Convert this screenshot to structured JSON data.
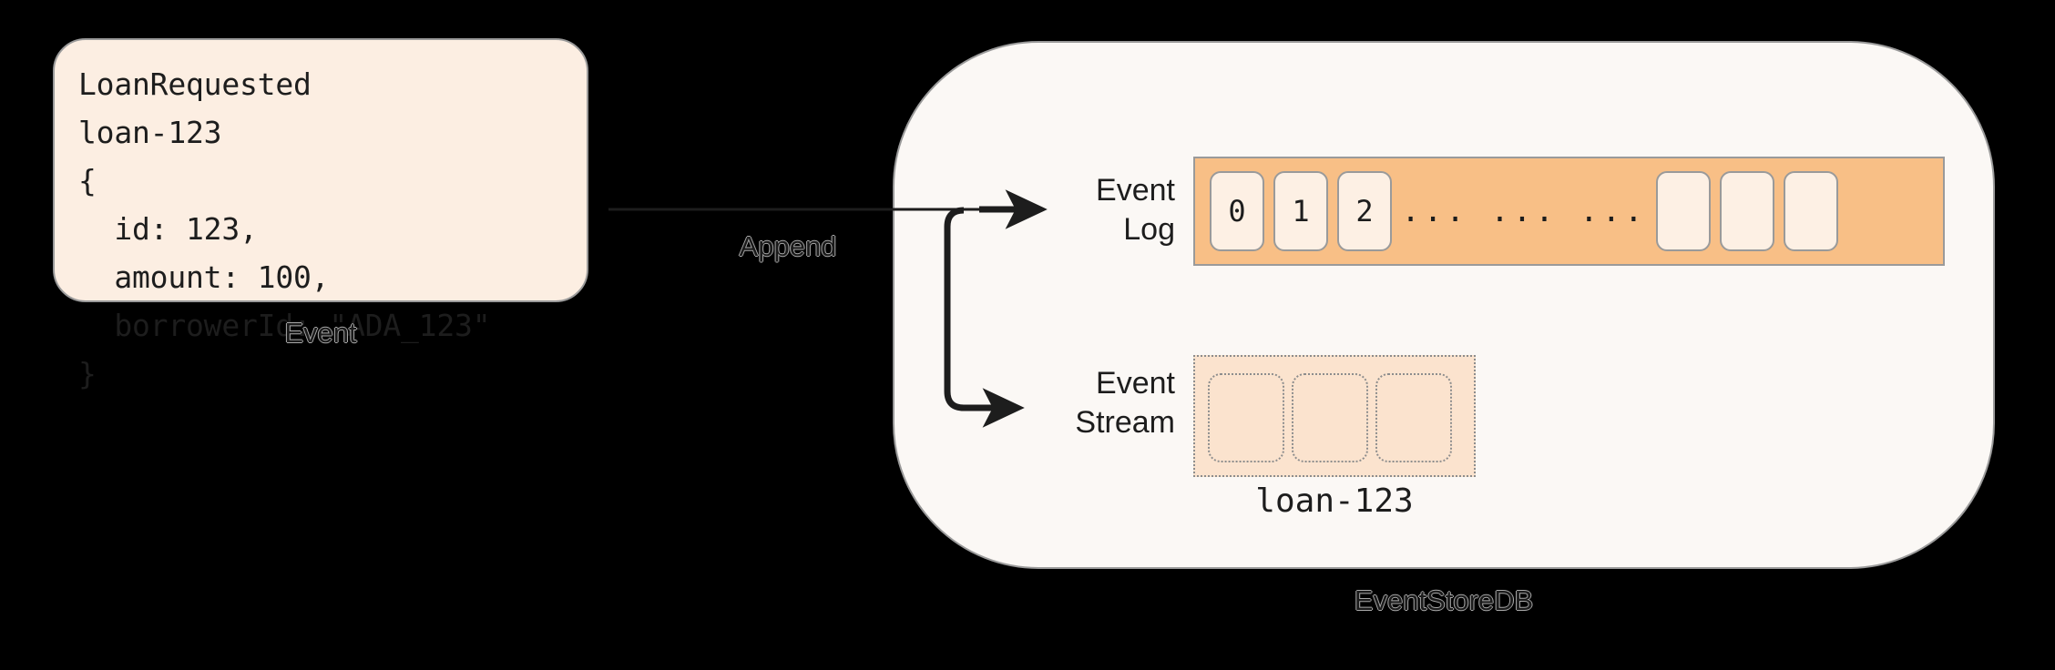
{
  "background": "#000000",
  "event_card": {
    "name": "LoanRequested",
    "stream_id": "loan-123",
    "code": "LoanRequested\nloan-123\n{\n  id: 123,\n  amount: 100,\n  borrowerId: \"ADA_123\"\n}",
    "caption": "Event",
    "fill": "#FCEEE2",
    "border": "#9A9A9A"
  },
  "arrow": {
    "label": "Append",
    "color": "#1d1d1d"
  },
  "database": {
    "caption": "EventStoreDB",
    "fill": "#FBF8F5",
    "border": "#9A9A9A",
    "event_log": {
      "label": "Event\nLog",
      "strip_fill": "#F8BF86",
      "cell_fill": "#FDF0E4",
      "cells": [
        "0",
        "1",
        "2",
        "",
        "",
        ""
      ],
      "ellipsis": "... ... ..."
    },
    "event_stream": {
      "label": "Event\nStream",
      "strip_fill": "#FBE3CE",
      "cells": [
        "",
        "",
        ""
      ],
      "stream_name": "loan-123"
    }
  }
}
